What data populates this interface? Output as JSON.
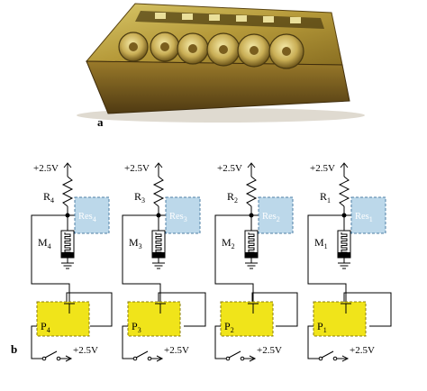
{
  "panel_a": {
    "label": "a"
  },
  "panel_b": {
    "label": "b",
    "colors": {
      "res_fill": "#bcd8ea",
      "res_stroke": "#4f7fa6",
      "p_fill": "#f0e41a",
      "p_stroke": "#8a7d10"
    },
    "stages": [
      {
        "supply": "+2.5V",
        "r": "R",
        "r_sub": "4",
        "m": "M",
        "m_sub": "4",
        "res": "Res",
        "res_sub": "4",
        "p": "P",
        "p_sub": "4",
        "switch_supply": "+2.5V"
      },
      {
        "supply": "+2.5V",
        "r": "R",
        "r_sub": "3",
        "m": "M",
        "m_sub": "3",
        "res": "Res",
        "res_sub": "3",
        "p": "P",
        "p_sub": "3",
        "switch_supply": "+2.5V"
      },
      {
        "supply": "+2.5V",
        "r": "R",
        "r_sub": "2",
        "m": "M",
        "m_sub": "2",
        "res": "Res",
        "res_sub": "2",
        "p": "P",
        "p_sub": "2",
        "switch_supply": "+2.5V"
      },
      {
        "supply": "+2.5V",
        "r": "R",
        "r_sub": "1",
        "m": "M",
        "m_sub": "1",
        "res": "Res",
        "res_sub": "1",
        "p": "P",
        "p_sub": "1",
        "switch_supply": "+2.5V"
      }
    ]
  }
}
